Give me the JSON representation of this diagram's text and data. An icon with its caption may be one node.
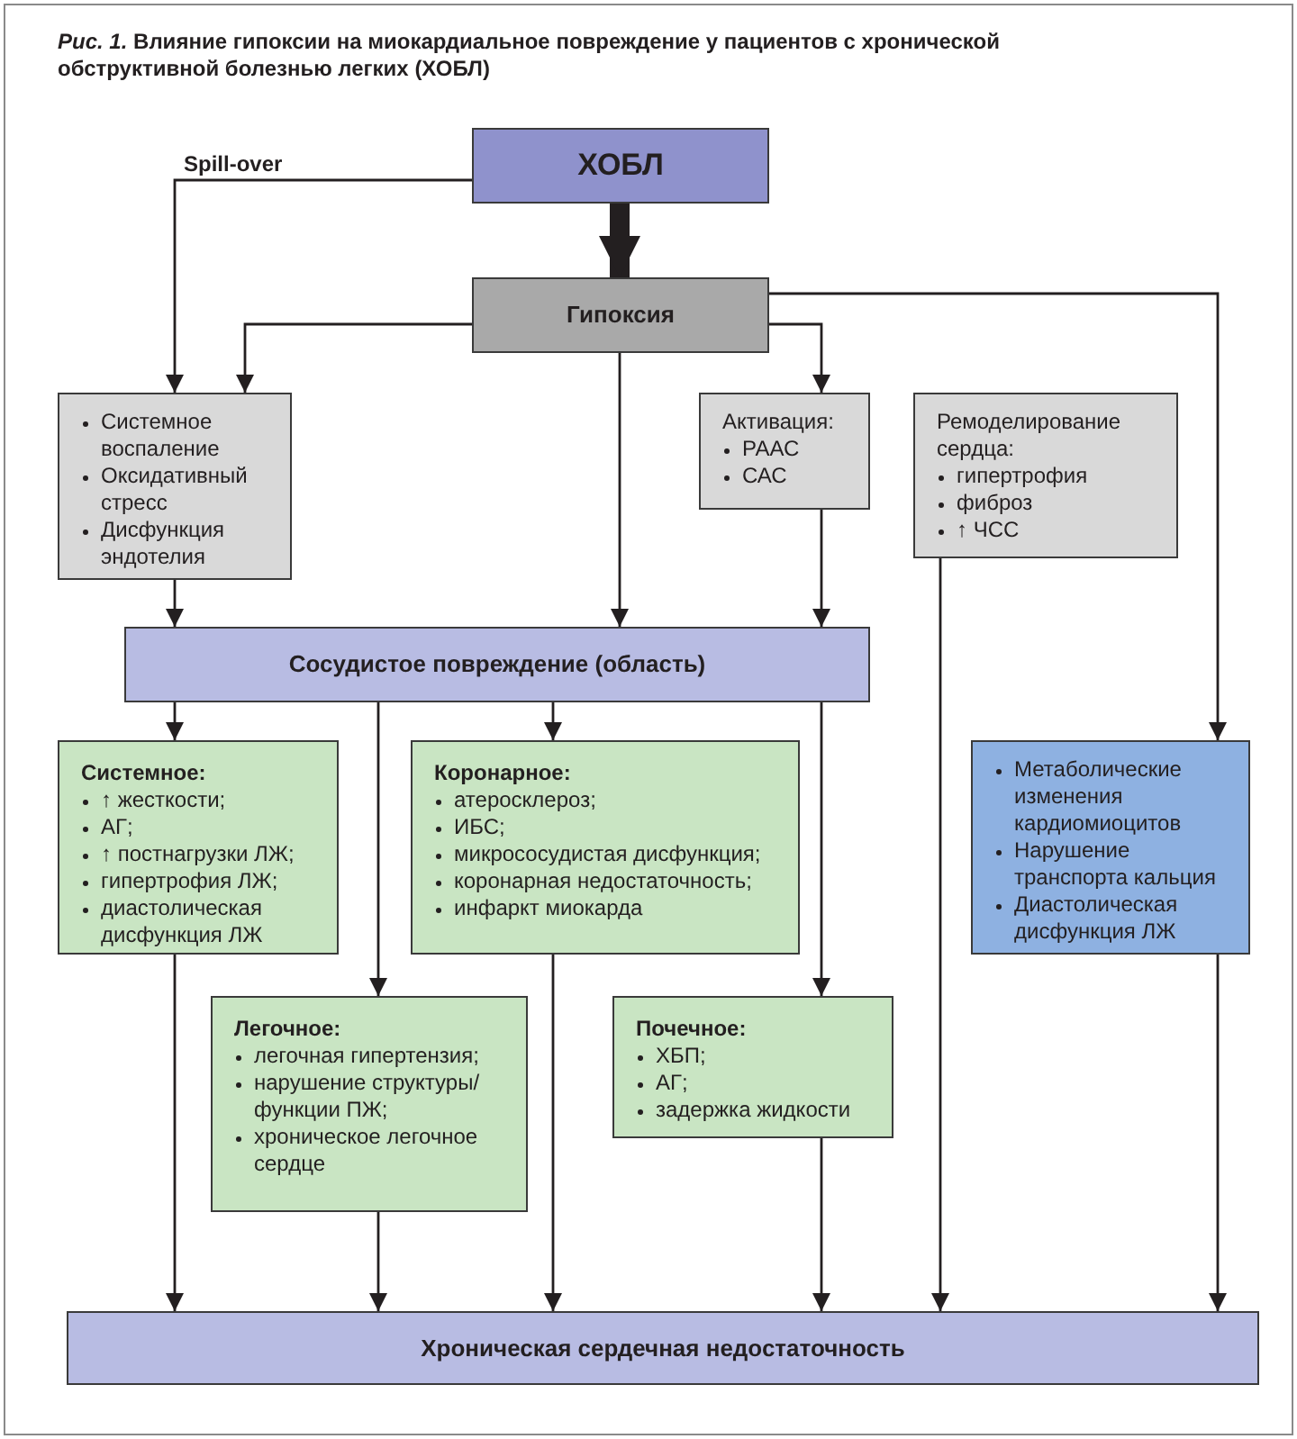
{
  "diagram": {
    "title": "*Рис. 1.* Влияние гипоксии на миокардиальное повреждение у пациентов с хронической обструктивной болезнью легких (ХОБЛ)",
    "nodes": [
      {
        "text": [
          "ХОБЛ"
        ]
      },
      {
        "text": [
          "Гипоксия"
        ]
      },
      {
        "text": [
          "Системное воспаление",
          "Оксидативный стресс",
          "Дисфункция эндотелия"
        ]
      },
      {
        "text": [
          "Активация:",
          "РААС",
          "САС"
        ]
      },
      {
        "text": [
          "Ремоделирование сердца:",
          "гипертрофия",
          "фиброз",
          "↑ ЧСС"
        ]
      },
      {
        "text": [
          "Сосудистое повреждение (область)"
        ]
      },
      {
        "text": [
          "Системное:",
          "↑ жесткости;",
          "АГ;",
          "↑ постнагрузки ЛЖ;",
          "гипертрофия ЛЖ;",
          "диастолическая дисфункция ЛЖ"
        ]
      },
      {
        "text": [
          "Коронарное:",
          "атеросклероз;",
          "ИБС;",
          "микрососудистая дисфункция;",
          "коронарная недостаточность;",
          "инфаркт миокарда"
        ]
      },
      {
        "text": [
          "Метаболические изменения кардиомиоцитов",
          "Нарушение транспорта кальция",
          "Диастолическая дисфункция ЛЖ"
        ]
      },
      {
        "text": [
          "Легочное:",
          "легочная гипертензия;",
          "нарушение структуры/функции ПЖ;",
          "хроническое легочное сердце"
        ]
      },
      {
        "text": [
          "Почечное:",
          "ХБП;",
          "АГ;",
          "задержка жидкости"
        ]
      },
      {
        "text": [
          "Хроническая сердечная недостаточность"
        ]
      }
    ],
    "edges": [
      {
        "from": 0,
        "to": 2,
        "arrow": "to",
        "label": "Spill-over"
      },
      {
        "from": 0,
        "to": 1,
        "arrow": "to",
        "style": "thick"
      },
      {
        "from": 1,
        "to": 2,
        "arrow": "to"
      },
      {
        "from": 1,
        "to": 5,
        "arrow": "to"
      },
      {
        "from": 1,
        "to": 3,
        "arrow": "to"
      },
      {
        "from": 1,
        "to": 8,
        "arrow": "to"
      },
      {
        "from": 2,
        "to": 5,
        "arrow": "to"
      },
      {
        "from": 3,
        "to": 5,
        "arrow": "to"
      },
      {
        "from": 5,
        "to": 6,
        "arrow": "to"
      },
      {
        "from": 5,
        "to": 9,
        "arrow": "to"
      },
      {
        "from": 5,
        "to": 7,
        "arrow": "to"
      },
      {
        "from": 5,
        "to": 10,
        "arrow": "to"
      },
      {
        "from": 6,
        "to": 11,
        "arrow": "to"
      },
      {
        "from": 9,
        "to": 11,
        "arrow": "to"
      },
      {
        "from": 7,
        "to": 11,
        "arrow": "to"
      },
      {
        "from": 10,
        "to": 11,
        "arrow": "to"
      },
      {
        "from": 4,
        "to": 11,
        "arrow": "to"
      },
      {
        "from": 8,
        "to": 11,
        "arrow": "to"
      }
    ]
  }
}
